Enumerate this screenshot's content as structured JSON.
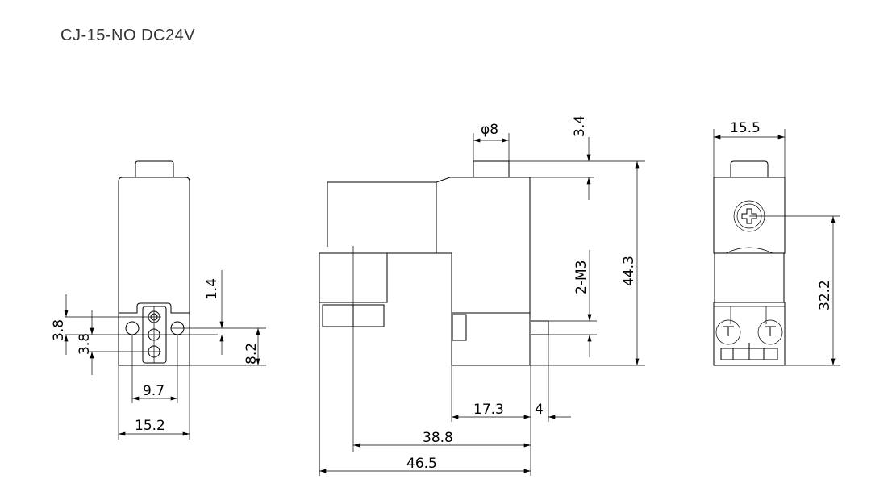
{
  "title": "CJ-15-NO DC24V",
  "views": {
    "front": {
      "dims": {
        "d1": "1.4",
        "d2": "8.2",
        "d3": "3.8",
        "d4": "3.8",
        "d5": "9.7",
        "d6": "15.2"
      }
    },
    "side": {
      "dims": {
        "diameter": "φ8",
        "d1": "3.4",
        "d2": "44.3",
        "thread": "2-M3",
        "d3": "17.3",
        "d4": "4",
        "d5": "38.8",
        "d6": "46.5"
      }
    },
    "rear": {
      "dims": {
        "d1": "15.5",
        "d2": "32.2"
      }
    }
  }
}
